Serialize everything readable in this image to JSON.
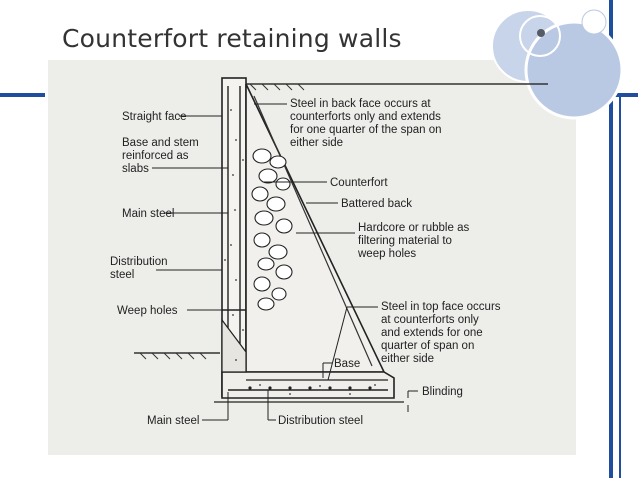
{
  "slide": {
    "title": "Counterfort retaining walls",
    "accent_color": "#1f4e9e",
    "circle_color": "#b9c9e4"
  },
  "diagram": {
    "labels": {
      "straight_face": "Straight face",
      "base_stem": [
        "Base and stem",
        "reinforced as",
        "slabs"
      ],
      "main_steel_left": "Main steel",
      "distribution_steel_left": [
        "Distribution",
        "steel"
      ],
      "weep_holes": "Weep holes",
      "main_steel_bottom": "Main steel",
      "steel_back_face": [
        "Steel in back face occurs at",
        "counterforts only and extends",
        "for one quarter of the span on",
        "either side"
      ],
      "counterfort": "Counterfort",
      "battered_back": "Battered back",
      "hardcore": [
        "Hardcore or rubble as",
        "filtering material to",
        "weep holes"
      ],
      "steel_top_face": [
        "Steel in top face occurs",
        "at counterforts only",
        "and extends for one",
        "quarter of span on",
        "either side"
      ],
      "base": "Base",
      "blinding": "Blinding",
      "distribution_steel_bottom": "Distribution steel"
    }
  }
}
